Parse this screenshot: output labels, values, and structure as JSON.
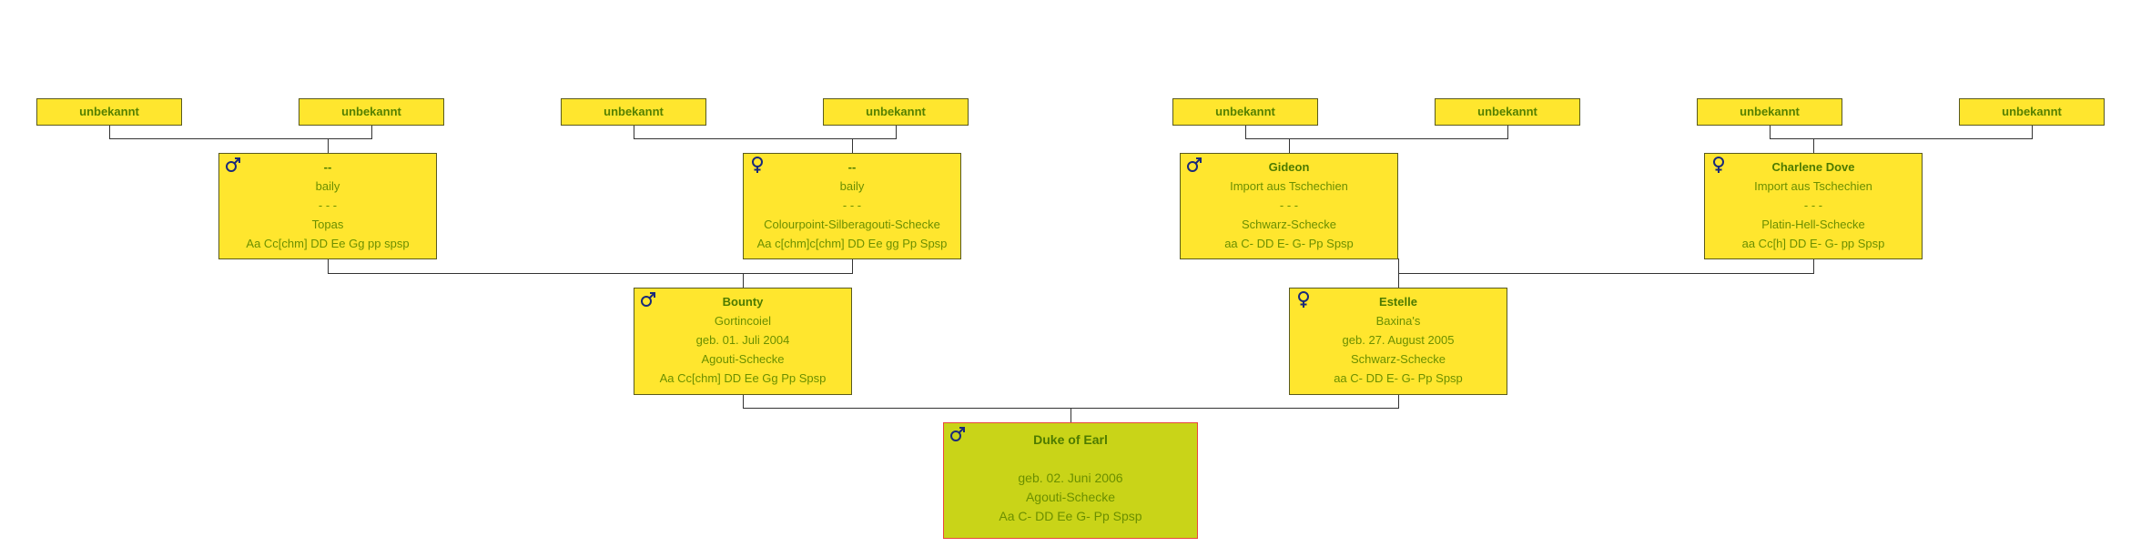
{
  "colors": {
    "box_fill": "#ffe62e",
    "subject_fill": "#c9d418",
    "subject_border": "#e8473f",
    "text": "#6b8f00",
    "connector": "#333333"
  },
  "subject": {
    "sex": "male",
    "name": "Duke of Earl",
    "kennel": "",
    "born": "geb. 02. Juni 2006",
    "color": "Agouti-Schecke",
    "genotype": "Aa C- DD Ee G- Pp Spsp"
  },
  "parents": [
    {
      "sex": "male",
      "name": "Bounty",
      "kennel": "Gortincoiel",
      "born": "geb. 01. Juli 2004",
      "color": "Agouti-Schecke",
      "genotype": "Aa Cc[chm] DD Ee Gg Pp Spsp"
    },
    {
      "sex": "female",
      "name": "Estelle",
      "kennel": "Baxina's",
      "born": "geb. 27. August 2005",
      "color": "Schwarz-Schecke",
      "genotype": "aa C- DD E- G- Pp Spsp"
    }
  ],
  "grandparents": [
    {
      "sex": "male",
      "name": "--",
      "kennel": "baily",
      "born": "- - -",
      "color": "Topas",
      "genotype": "Aa Cc[chm] DD Ee Gg pp spsp"
    },
    {
      "sex": "female",
      "name": "--",
      "kennel": "baily",
      "born": "- - -",
      "color": "Colourpoint-Silberagouti-Schecke",
      "genotype": "Aa c[chm]c[chm] DD Ee gg Pp Spsp"
    },
    {
      "sex": "male",
      "name": "Gideon",
      "kennel": "Import aus Tschechien",
      "born": "- - -",
      "color": "Schwarz-Schecke",
      "genotype": "aa C- DD E- G- Pp Spsp"
    },
    {
      "sex": "female",
      "name": "Charlene Dove",
      "kennel": "Import aus Tschechien",
      "born": "- - -",
      "color": "Platin-Hell-Schecke",
      "genotype": "aa Cc[h] DD E- G- pp Spsp"
    }
  ],
  "great_grandparents": [
    "unbekannt",
    "unbekannt",
    "unbekannt",
    "unbekannt",
    "unbekannt",
    "unbekannt",
    "unbekannt",
    "unbekannt"
  ]
}
